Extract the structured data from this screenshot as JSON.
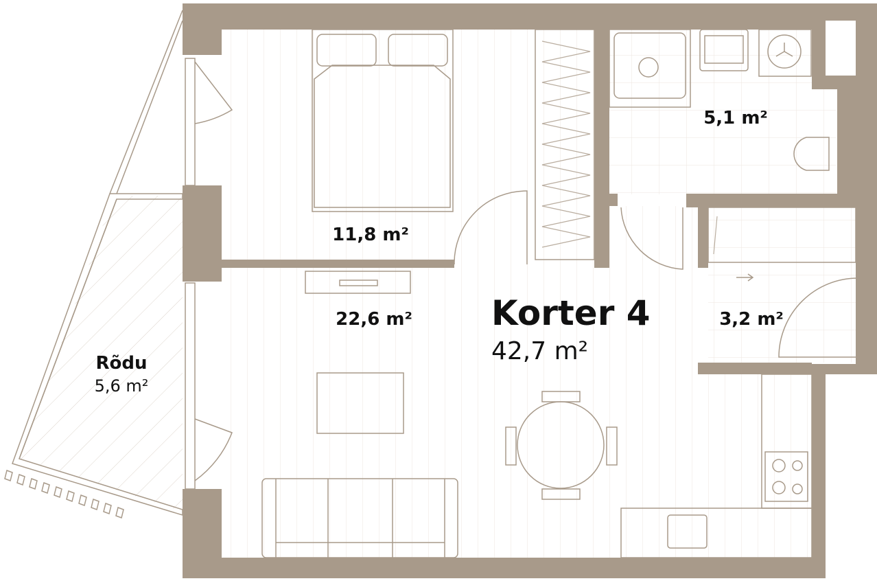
{
  "plan": {
    "title": "Korter 4",
    "total_area": "42,7 m²",
    "colors": {
      "wall": "#a89a8a",
      "line": "#a89a8a",
      "text": "#111111"
    },
    "rooms": {
      "bedroom": {
        "area": "11,8 m²"
      },
      "living": {
        "area": "22,6 m²"
      },
      "bathroom": {
        "area": "5,1 m²"
      },
      "closet": {
        "area": "3,2 m²"
      },
      "balcony": {
        "name": "Rõdu",
        "area": "5,6 m²"
      }
    }
  }
}
